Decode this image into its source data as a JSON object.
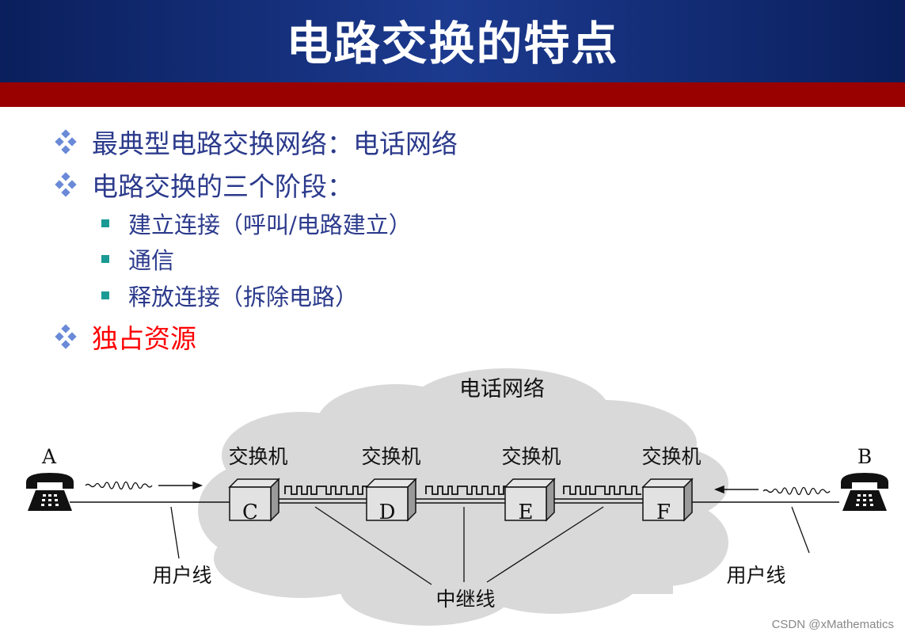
{
  "slide": {
    "title": "电路交换的特点",
    "bullets": [
      {
        "text": "最典型电路交换网络：电话网络"
      },
      {
        "text": "电路交换的三个阶段："
      },
      {
        "text": "独占资源"
      }
    ],
    "sub_bullets": [
      {
        "text": "建立连接（呼叫/电路建立）"
      },
      {
        "text": "通信"
      },
      {
        "text": "释放连接（拆除电路）"
      }
    ],
    "colors": {
      "header_blue": "#1c3a8f",
      "header_red": "#990000",
      "bullet_text": "#2b3a8c",
      "highlight": "#ff0000",
      "sub_marker": "#1a9a94"
    }
  },
  "diagram": {
    "cloud_label": "电话网络",
    "endpoint_a": "A",
    "endpoint_b": "B",
    "switch_label": "交换机",
    "switches": [
      "C",
      "D",
      "E",
      "F"
    ],
    "user_line_label": "用户线",
    "trunk_label": "中继线",
    "icons": [
      "telephone-icon",
      "signal-wave-icon",
      "arrow-icon"
    ]
  },
  "watermark": "CSDN @xMathematics"
}
